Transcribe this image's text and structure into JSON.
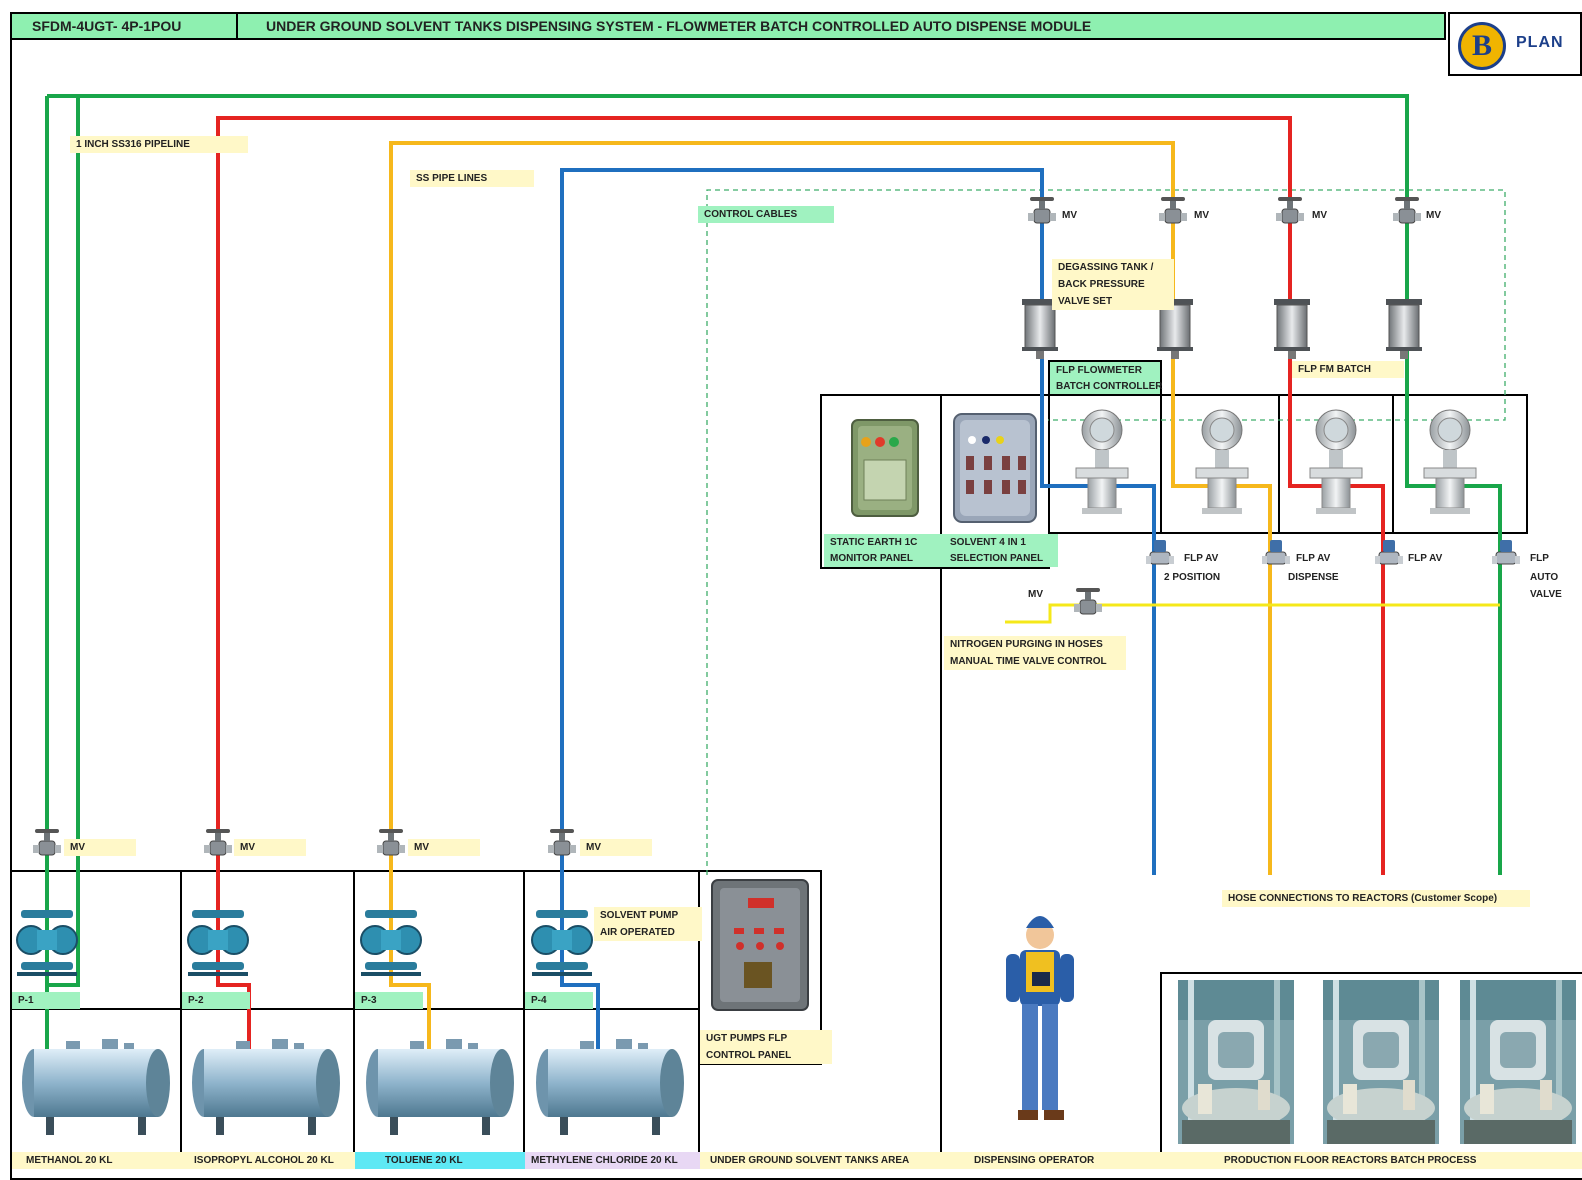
{
  "header": {
    "code": "SFDM-4UGT- 4P-1POU",
    "title": "UNDER GROUND SOLVENT TANKS DISPENSING SYSTEM - FLOWMETER BATCH CONTROLLED AUTO DISPENSE MODULE",
    "logo_letter": "B",
    "logo_text": "PLAN"
  },
  "colors": {
    "methanol": "#19a64a",
    "ipa": "#e52421",
    "toluene": "#f6b81c",
    "methylene_chloride": "#1f6fbf",
    "nitrogen": "#f5e81a",
    "control_cable": "#3fae6a"
  },
  "labels": {
    "pipeline": "1 INCH SS316 PIPELINE",
    "ss_pipes": "SS PIPE LINES",
    "control_cables": "CONTROL CABLES",
    "mv": "MV",
    "degassing_1": "DEGASSING TANK /",
    "degassing_2": "BACK PRESSURE",
    "degassing_3": "VALVE SET",
    "flp_flowmeter_1": "FLP FLOWMETER",
    "flp_flowmeter_2": "BATCH CONTROLLER",
    "flp_fm_batch": "FLP FM BATCH",
    "static_earth_1": "STATIC EARTH 1C",
    "static_earth_2": "MONITOR PANEL",
    "selection_1": "SOLVENT 4 IN 1",
    "selection_2": "SELECTION PANEL",
    "flp_av": "FLP AV",
    "two_position": "2 POSITION",
    "dispense": "DISPENSE",
    "flp": "FLP",
    "auto": "AUTO",
    "valve": "VALVE",
    "nitrogen_1": "NITROGEN PURGING IN HOSES",
    "nitrogen_2": "MANUAL TIME VALVE CONTROL",
    "hose": "HOSE CONNECTIONS TO REACTORS (Customer Scope)",
    "solvent_pump_1": "SOLVENT PUMP",
    "solvent_pump_2": "AIR OPERATED",
    "ugt_panel_1": "UGT PUMPS FLP",
    "ugt_panel_2": "CONTROL PANEL",
    "pumps": [
      "P-1",
      "P-2",
      "P-3",
      "P-4"
    ]
  },
  "footer": {
    "tanks": [
      "METHANOL 20 KL",
      "ISOPROPYL ALCOHOL 20 KL",
      "TOLUENE 20 KL",
      "METHYLENE CHLORIDE 20 KL"
    ],
    "ugt_area": "UNDER GROUND SOLVENT TANKS AREA",
    "operator": "DISPENSING OPERATOR",
    "production": "PRODUCTION FLOOR REACTORS BATCH PROCESS"
  }
}
